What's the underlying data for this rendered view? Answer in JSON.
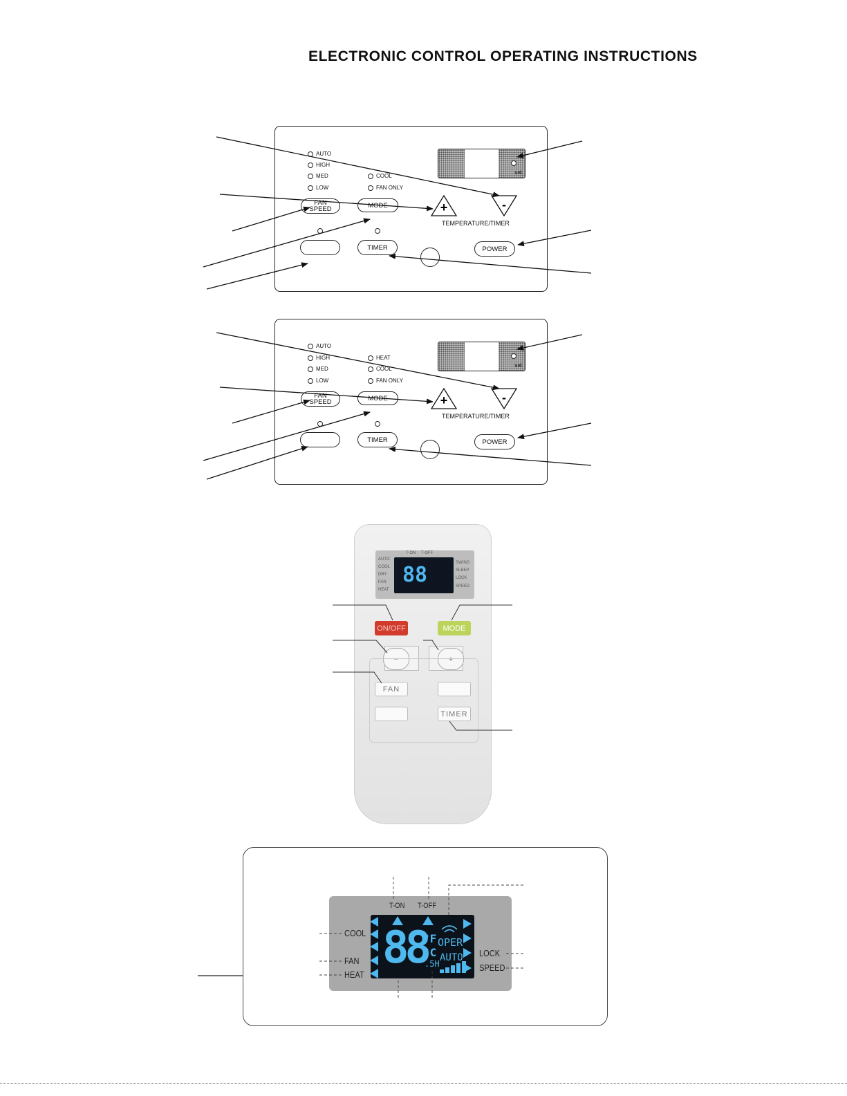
{
  "title": "ELECTRONIC CONTROL OPERATING INSTRUCTIONS",
  "panel1": {
    "fan_indicators": [
      "AUTO",
      "HIGH",
      "MED",
      "LOW"
    ],
    "mode_indicators": [
      "COOL",
      "FAN ONLY"
    ],
    "fan_speed_button": "FAN\nSPEED",
    "mode_button": "MODE",
    "timer_button": "TIMER",
    "power_button": "POWER",
    "plus_symbol": "+",
    "minus_symbol": "-",
    "temp_timer_label": "TEMPERATURE/TIMER",
    "set_label": "set"
  },
  "panel2": {
    "fan_indicators": [
      "AUTO",
      "HIGH",
      "MED",
      "LOW"
    ],
    "mode_indicators": [
      "HEAT",
      "COOL",
      "FAN ONLY"
    ],
    "fan_speed_button": "FAN\nSPEED",
    "mode_button": "MODE",
    "timer_button": "TIMER",
    "power_button": "POWER",
    "plus_symbol": "+",
    "minus_symbol": "-",
    "temp_timer_label": "TEMPERATURE/TIMER",
    "set_label": "set"
  },
  "remote": {
    "lcd_left": [
      "AUTO",
      "COOL",
      "DRY",
      "FAN",
      "HEAT"
    ],
    "lcd_right": [
      "SWING",
      "SLEEP",
      "LOCK",
      "SPEED"
    ],
    "lcd_top": [
      "T-ON",
      "T-OFF"
    ],
    "lcd_digits": "88",
    "onoff_button": "ON/OFF",
    "mode_button": "MODE",
    "minus_button": "−",
    "plus_button": "+",
    "fan_button": "FAN",
    "timer_button": "TIMER"
  },
  "detail_lcd": {
    "t_on": "T-ON",
    "t_off": "T-OFF",
    "cool": "COOL",
    "fan": "FAN",
    "heat": "HEAT",
    "lock": "LOCK",
    "speed": "SPEED",
    "digits": "88",
    "deg_f": "°F",
    "deg_c": "°C",
    "oper": "OPER",
    "auto": "AUTO",
    "sh": ".5H"
  },
  "colors": {
    "lcd_blue": "#4fb8ef",
    "onoff_red": "#d23a2c",
    "mode_green": "#bcd45c"
  }
}
